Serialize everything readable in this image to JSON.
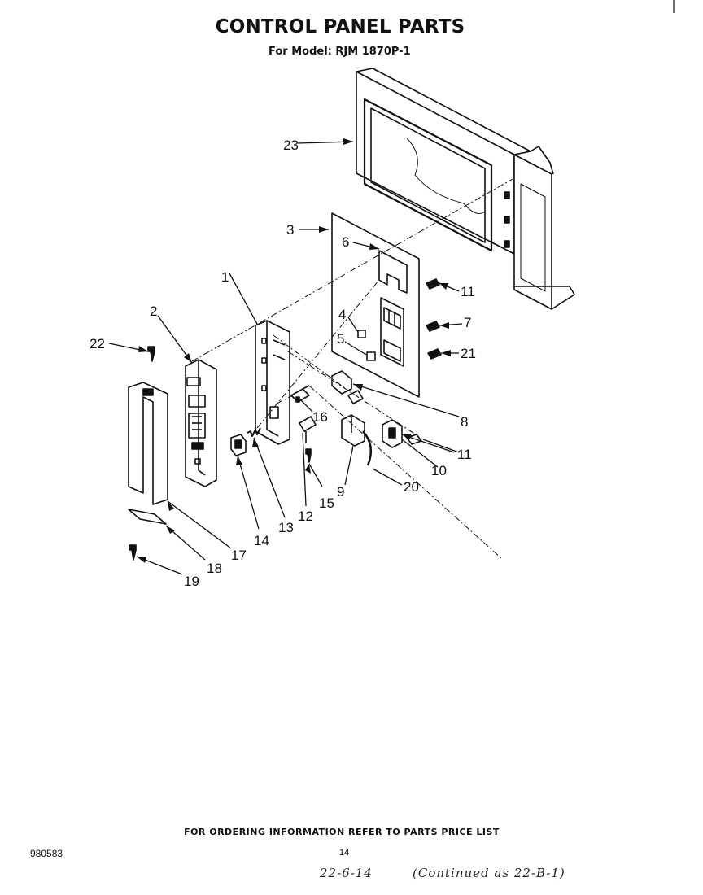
{
  "header": {
    "title": "CONTROL PANEL PARTS",
    "subtitle": "For Model: RJM 1870P-1"
  },
  "callouts": {
    "c1": "1",
    "c2": "2",
    "c3": "3",
    "c4": "4",
    "c5": "5",
    "c6": "6",
    "c7": "7",
    "c8": "8",
    "c9": "9",
    "c10": "10",
    "c11a": "11",
    "c11b": "11",
    "c12": "12",
    "c13": "13",
    "c14": "14",
    "c15": "15",
    "c16": "16",
    "c17": "17",
    "c18": "18",
    "c19": "19",
    "c20": "20",
    "c21": "21",
    "c22": "22",
    "c23": "23"
  },
  "footer": {
    "ordering_note": "FOR ORDERING INFORMATION REFER TO PARTS PRICE LIST",
    "doc_number": "980583",
    "page_number": "14",
    "handwritten_1": "22-6-14",
    "handwritten_2": "(Continued as 22-B-1)"
  }
}
